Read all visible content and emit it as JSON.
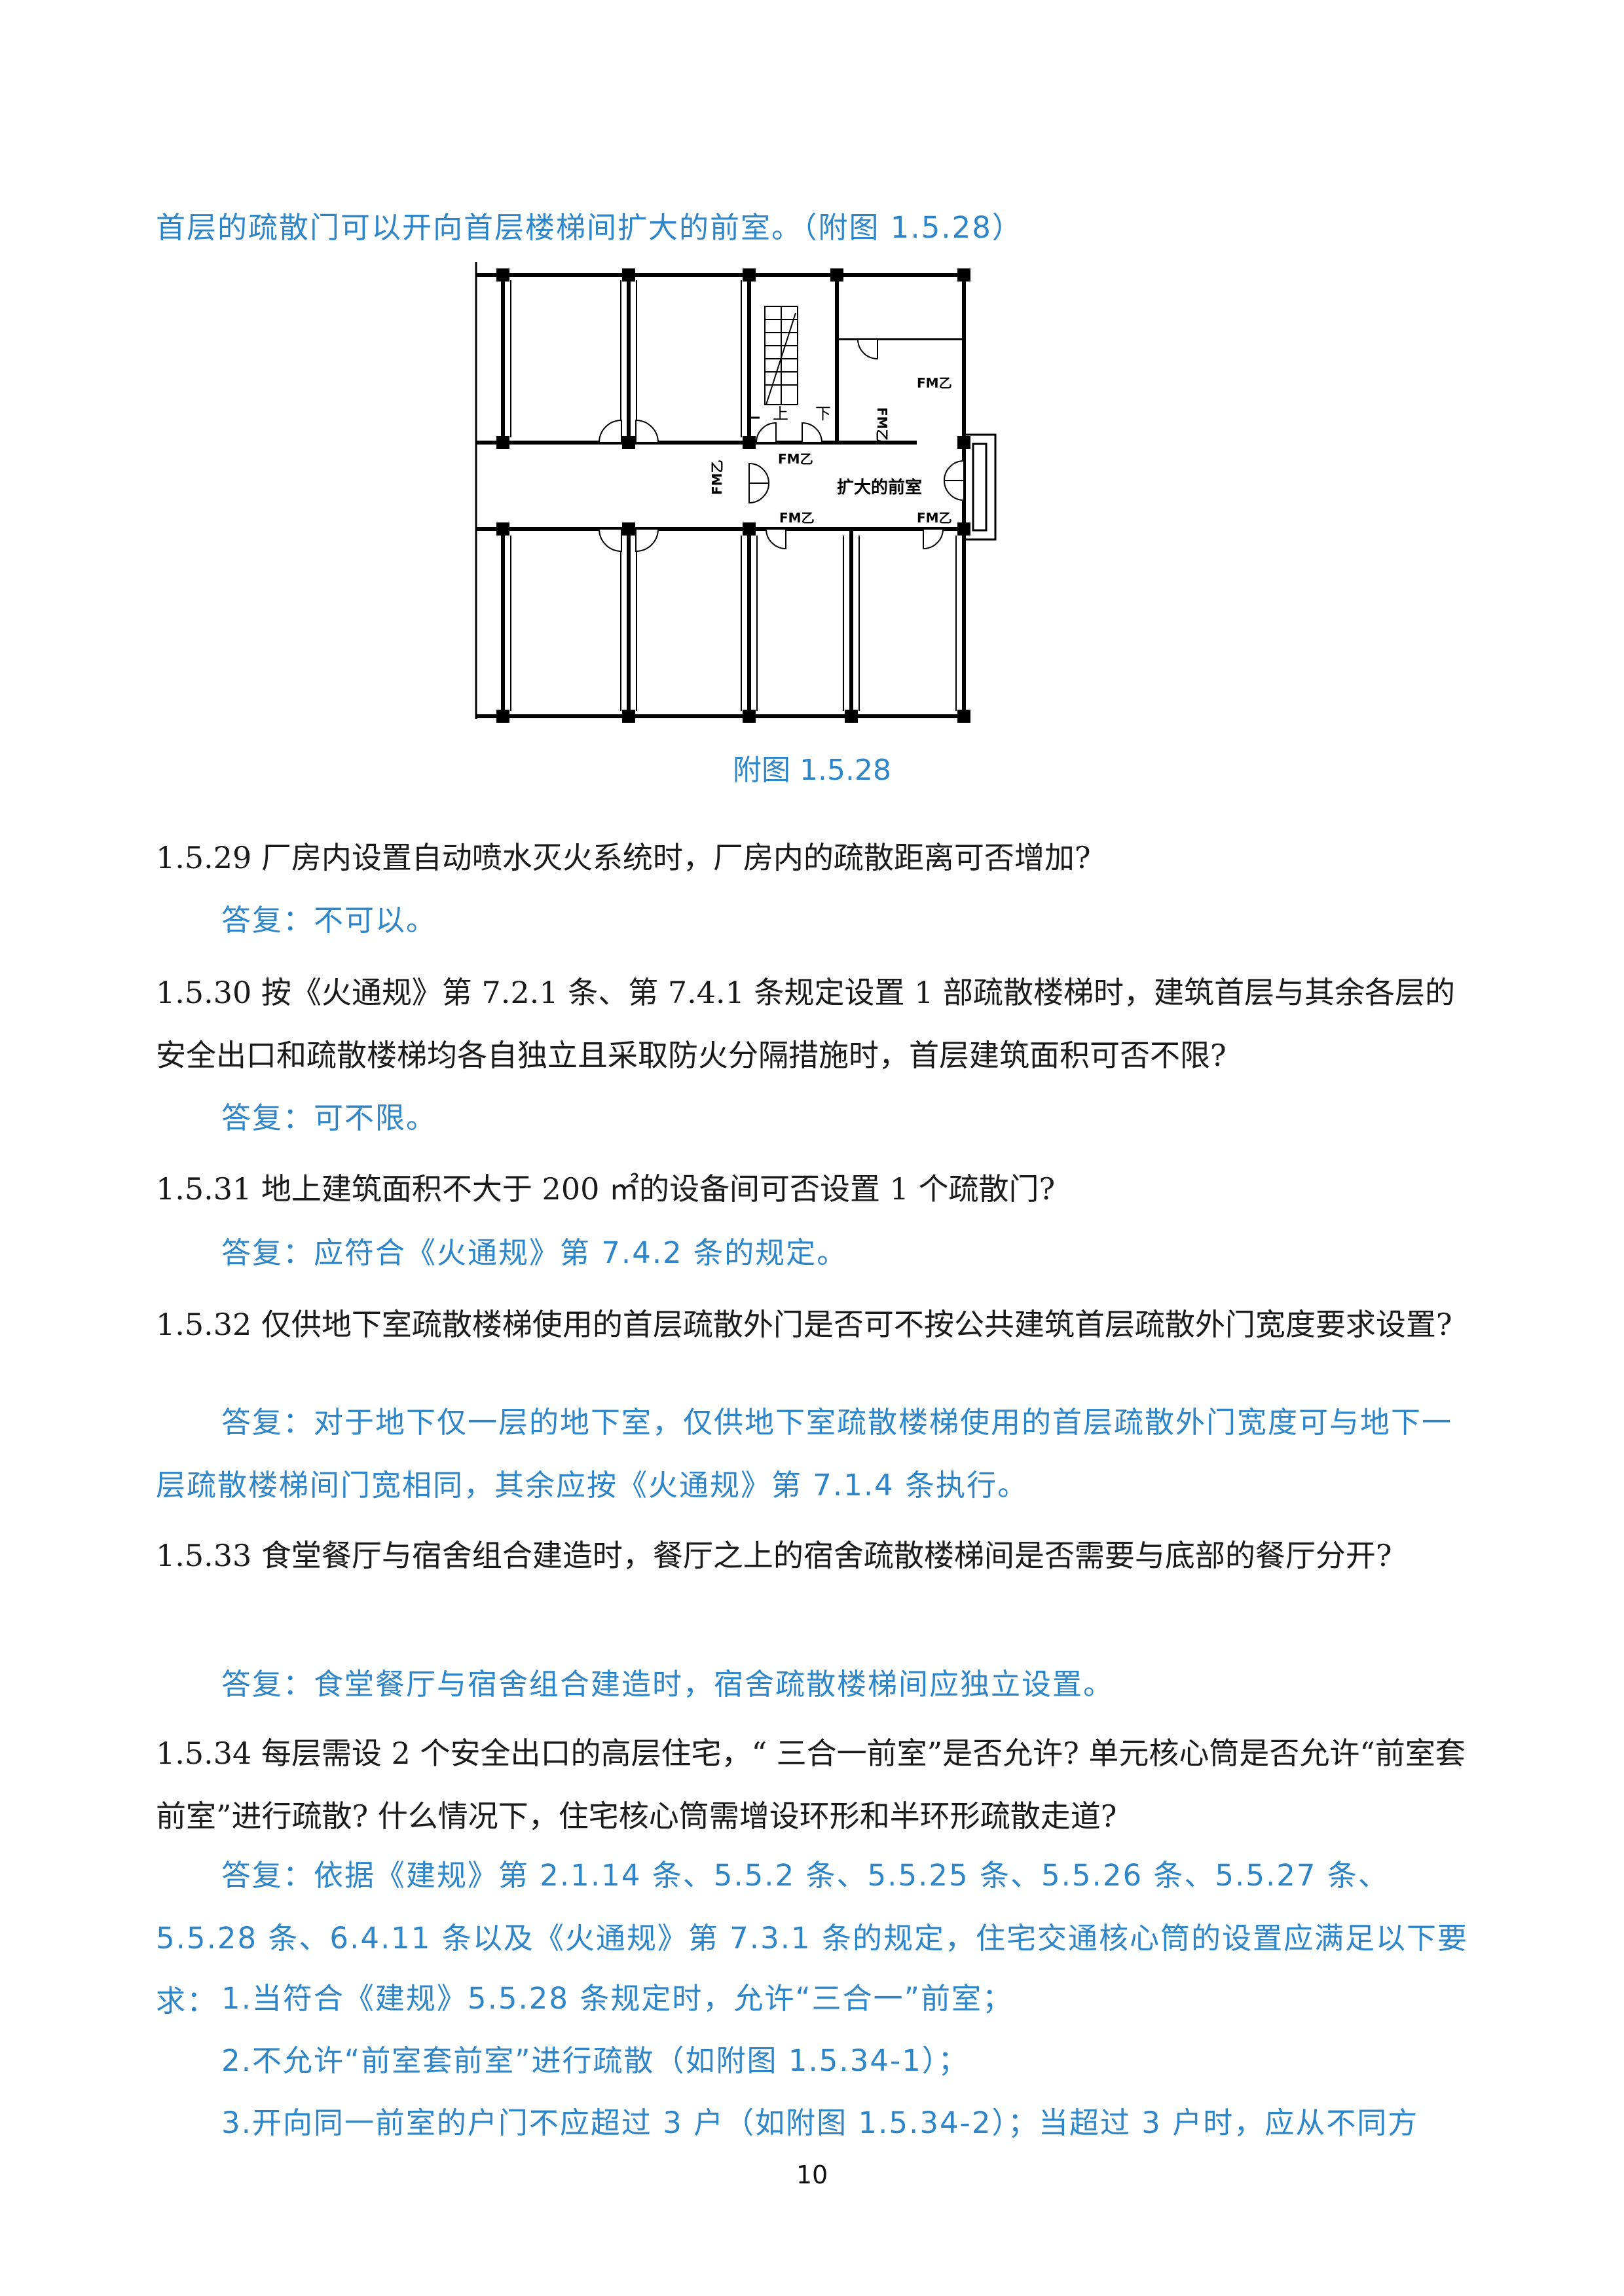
{
  "intro": "首层的疏散门可以开向首层楼梯间扩大的前室。（附图 1.5.28）",
  "figure": {
    "caption": "附图 1.5.28",
    "labels": {
      "up": "上",
      "down": "下",
      "door": "FM乙",
      "anteroom": "扩大的前室"
    }
  },
  "qa": [
    {
      "q": "1.5.29 厂房内设置自动喷水灭火系统时，厂房内的疏散距离可否增加?",
      "a": "答复：不可以。"
    },
    {
      "q": "1.5.30 按《火通规》第 7.2.1 条、第 7.4.1 条规定设置 1 部疏散楼梯时，建筑首层与其余各层的安全出口和疏散楼梯均各自独立且采取防火分隔措施时，首层建筑面积可否不限?",
      "a": "答复：可不限。"
    },
    {
      "q": "1.5.31 地上建筑面积不大于 200 ㎡的设备间可否设置 1 个疏散门?",
      "a": "答复：应符合《火通规》第 7.4.2 条的规定。"
    },
    {
      "q": "1.5.32 仅供地下室疏散楼梯使用的首层疏散外门是否可不按公共建筑首层疏散外门宽度要求设置?",
      "a": "答复：对于地下仅一层的地下室，仅供地下室疏散楼梯使用的首层疏散外门宽度可与地下一层疏散楼梯间门宽相同，其余应按《火通规》第 7.1.4 条执行。"
    },
    {
      "q": "1.5.33 食堂餐厅与宿舍组合建造时，餐厅之上的宿舍疏散楼梯间是否需要与底部的餐厅分开?",
      "a": "答复：食堂餐厅与宿舍组合建造时，宿舍疏散楼梯间应独立设置。"
    },
    {
      "q": "1.5.34 每层需设 2 个安全出口的高层住宅，“ 三合一前室”是否允许? 单元核心筒是否允许“前室套前室”进行疏散? 什么情况下，住宅核心筒需增设环形和半环形疏散走道?",
      "a": "答复：依据《建规》第 2.1.14 条、5.5.2 条、5.5.25 条、5.5.26 条、5.5.27 条、5.5.28 条、6.4.11 条以及《火通规》第 7.3.1 条的规定，住宅交通核心筒的设置应满足以下要求："
    }
  ],
  "list": [
    "1.当符合《建规》5.5.28 条规定时，允许“三合一”前室；",
    "2.不允许“前室套前室”进行疏散（如附图 1.5.34-1）；",
    "3.开向同一前室的户门不应超过 3 户（如附图 1.5.34-2）；当超过 3 户时，应从不同方"
  ],
  "page_number": "10"
}
